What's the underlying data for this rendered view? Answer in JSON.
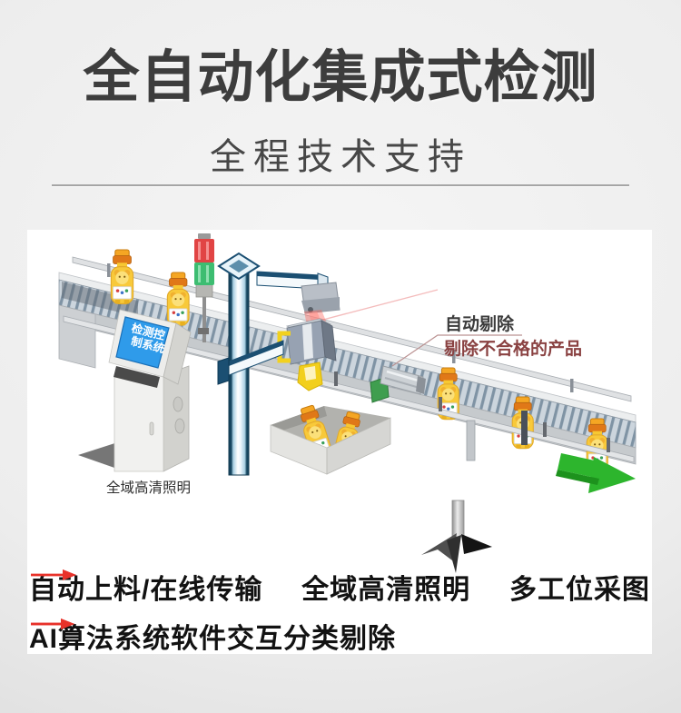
{
  "header": {
    "title": "全自动化集成式检测",
    "subtitle": "全程技术支持"
  },
  "illustration": {
    "kiosk_screen_line1": "检测控",
    "kiosk_screen_line2": "制系统",
    "callout": {
      "title": "自动剔除",
      "subtitle": "剔除不合格的产品"
    },
    "lighting_label": "全域高清照明"
  },
  "flow": {
    "row1": [
      "自动上料/在线传输",
      "全域高清照明",
      "多工位采图"
    ],
    "row2": [
      "AI算法系统",
      "软件交互",
      "分类剔除"
    ]
  },
  "colors": {
    "title_grey": "#3d3d3d",
    "arrow_red": "#e8322a",
    "callout_red": "#8a4242",
    "screen_blue": "#2f9bea",
    "accent_green": "#2db52d"
  }
}
